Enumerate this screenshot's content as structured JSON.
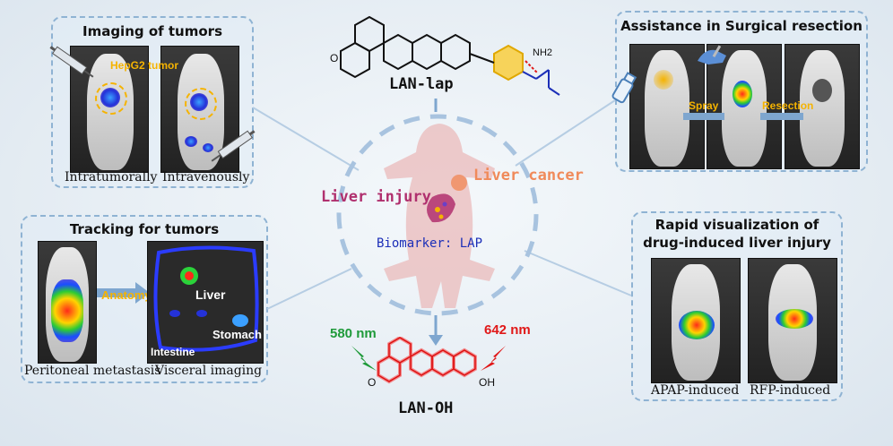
{
  "panels": {
    "imaging": {
      "title": "Imaging of tumors",
      "tumor_label": "HepG2 tumor",
      "captions": [
        "Intratumorally",
        "Intravenously"
      ]
    },
    "tracking": {
      "title": "Tracking for tumors",
      "anatomy_label": "Anatomy",
      "organs": [
        "Liver",
        "Stomach",
        "Intestine"
      ],
      "captions": [
        "Peritoneal metastasis",
        "Visceral imaging"
      ]
    },
    "surgery": {
      "title": "Assistance in Surgical resection",
      "steps": [
        "Spray",
        "Resection"
      ]
    },
    "dili": {
      "title_line1": "Rapid visualization of",
      "title_line2": "drug-induced liver injury",
      "captions": [
        "APAP-induced",
        "RFP-induced"
      ]
    }
  },
  "center": {
    "probe_name": "LAN-lap",
    "probe_groups": [
      "O",
      "NH2"
    ],
    "product_name": "LAN-OH",
    "product_groups": [
      "O",
      "OH"
    ],
    "liver_injury": "Liver injury",
    "liver_cancer": "Liver cancer",
    "biomarker": "Biomarker: LAP",
    "excitation": "580 nm",
    "emission": "642 nm"
  },
  "colors": {
    "accent_orange": "#f5b301",
    "injury": "#b0306e",
    "cancer": "#f08a5a",
    "biomarker": "#1c2fb8",
    "excitation": "#1f9a3a",
    "emission": "#e01818",
    "product_glow": "#ff1a1a"
  }
}
